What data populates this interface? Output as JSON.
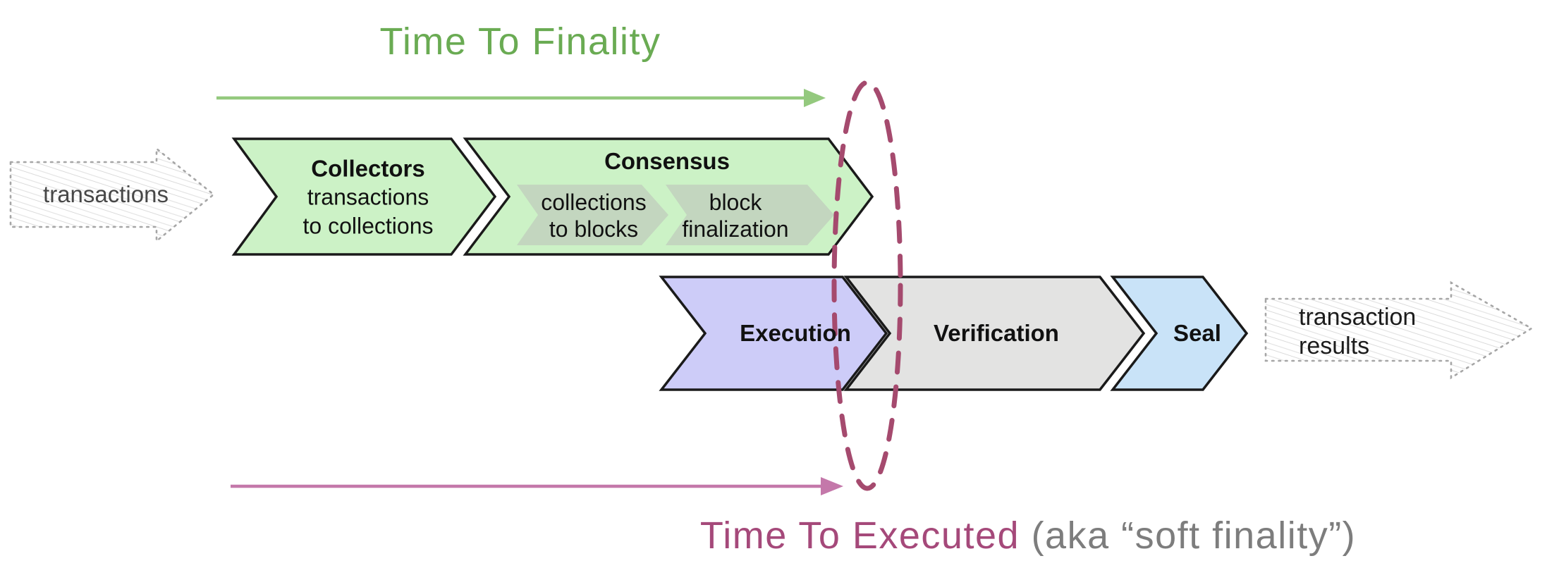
{
  "titles": {
    "time_to_finality": "Time To Finality",
    "time_to_executed": "Time To Executed",
    "soft_finality_note": "(aka “soft finality”)"
  },
  "input_arrow": {
    "label": "transactions"
  },
  "output_arrow": {
    "line1": "transaction",
    "line2": "results"
  },
  "pipeline": {
    "collectors": {
      "title": "Collectors",
      "line1": "transactions",
      "line2": "to collections"
    },
    "consensus": {
      "title": "Consensus",
      "sub1": {
        "line1": "collections",
        "line2": "to blocks"
      },
      "sub2": {
        "line1": "block",
        "line2": "finalization"
      }
    },
    "execution": {
      "title": "Execution"
    },
    "verification": {
      "title": "Verification"
    },
    "seal": {
      "title": "Seal"
    }
  },
  "colors": {
    "stage_green": "#ccf2c6",
    "consensus_sub_green": "#c3d6bf",
    "execution_purple": "#cdccf8",
    "verification_gray": "#e3e3e2",
    "seal_blue": "#c9e3f8",
    "outline_black": "#1a1a1a",
    "timeline_green": "#94c97e",
    "timeline_pink": "#c478aa",
    "ellipse_maroon": "#a54a6e",
    "title_green": "#6aab53",
    "title_maroon": "#a5497a",
    "note_gray": "#7d7d7d",
    "sketch_border_gray": "#a6a6a6",
    "sketch_hatch_gray": "#d2d2d2",
    "label_black": "#111111"
  }
}
